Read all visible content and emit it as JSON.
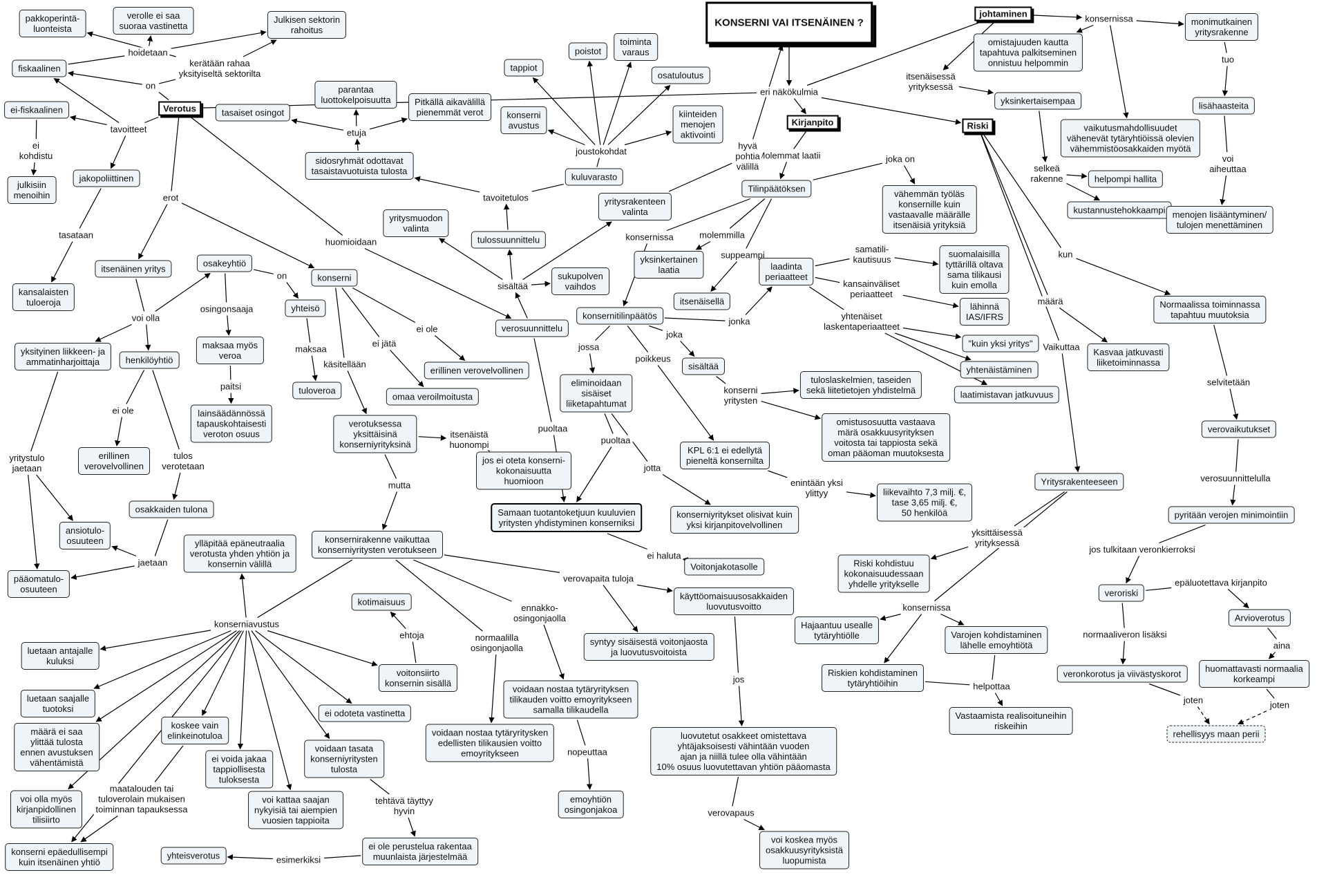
{
  "title": "KONSERNI VAI ITSENÄINEN ?",
  "colors": {
    "box_fill": "#eef4f7",
    "line": "#000000",
    "background": "#ffffff"
  },
  "nodes": {
    "n01": "KONSERNI VAI ITSENÄINEN ?",
    "n02": "johtaminen",
    "n03": "konsernissa",
    "n04": "monimutkainen\nyritysrakenne",
    "n05": "omistajuuden kautta\ntapahtuva palkitseminen\nonnistuu helpommin",
    "n06": "tuo",
    "n07": "itsenäisessä\nyrityksessä",
    "n08": "yksinkertaisempaa",
    "n09": "lisähaasteita",
    "n10": "vaikutusmahdollisuudet\nvähenevät tytäryhtiöissä olevien\nvähemmistöosakkaiden myötä",
    "n11": "voi\naiheuttaa",
    "n12": "selkeä\nrakenne",
    "n13": "helpompi hallita",
    "n14": "kustannustehokkaampi",
    "n15": "menojen lisääntyminen/\ntulojen menettäminen",
    "n16": "eri näkökulmia",
    "n17": "Kirjanpito",
    "n18": "Riski",
    "n19": "Molemmat laatii",
    "n20": "joka on",
    "n21": "Tilinpäätöksen",
    "n22": "vähemmän työläs\nkonsernille kuin\nvastaavalle määrälle\nitsenäisiä yrityksiä",
    "n23": "molemmilla",
    "n24": "konsernissa",
    "n25": "yksinkertainen\nlaatia",
    "n26": "suppeampi",
    "n27": "itsenäisellä",
    "n28": "laadinta\nperiaatteet",
    "n29": "samatili-\nkautisuus",
    "n30": "suomalaisilla\ntyttärillä oltava\nsama tilikausi\nkuin emolla",
    "n31": "kansainväliset\nperiaatteet",
    "n32": "lähinnä\nIAS/IFRS",
    "n33": "yhtenäiset\nlaskentaperiaatteet",
    "n34": "\"kuin yksi yritys\"",
    "n35": "yhtenäistäminen",
    "n36": "laatimistavan jatkuvuus",
    "n37": "kun",
    "n38": "määrä",
    "n39": "Normaalissa toiminnassa\ntapahtuu muutoksia",
    "n40": "Kasvaa jatkuvasti\nliiketoiminnassa",
    "n41": "Vaikuttaa",
    "n42": "selvitetään",
    "n43": "verovaikutukset",
    "n44": "verosuunnittelulla",
    "n45": "pyritään verojen minimointiin",
    "n46": "jos tulkitaan veronkierroksi",
    "n47": "veroriski",
    "n48": "epäluotettava kirjanpito",
    "n49": "Arvioverotus",
    "n50": "normaaliveron lisäksi",
    "n51": "aina",
    "n52": "veronkorotus ja viivästyskorot",
    "n53": "huomattavasti normaalia\nkorkeampi",
    "n54": "joten",
    "n55": "joten",
    "n56": "rehellisyys maan perii",
    "n57": "Yritysrakenteeseen",
    "n58": "yksittäisessä\nyrityksessä",
    "n59": "Riski kohdistuu\nkokonaisuudessaan\nyhdelle yritykselle",
    "n60": "konsernissa",
    "n61": "Hajaantuu usealle\ntytäryhtiölle",
    "n62": "Varojen kohdistaminen\nlähelle emoyhtiötä",
    "n63": "Riskien kohdistaminen\ntytäryhtiöihin",
    "n64": "helpottaa",
    "n65": "Vastaamista realisoituneihin\nriskeihin",
    "n66": "Verotus",
    "n67": "pakkoperintä-\nluonteista",
    "n68": "verolle ei saa\nsuoraa vastinetta",
    "n69": "Julkisen sektorin\nrahoitus",
    "n70": "hoidetaan",
    "n71": "kerätään rahaa\nyksityiseltä sektorilta",
    "n72": "fiskaalinen",
    "n73": "on",
    "n74": "ei-fiskaalinen",
    "n75": "tavoitteet",
    "n76": "ei\nkohdistu",
    "n77": "julkisiin\nmenoihin",
    "n78": "jakopoliittinen",
    "n79": "tasataan",
    "n80": "kansalaisten\ntuloeroja",
    "n81": "erot",
    "n82": "itsenäinen yritys",
    "n83": "voi olla",
    "n84": "yksityinen liikkeen- ja\nammatinharjoittaja",
    "n85": "henkilöyhtiö",
    "n86": "osakeyhtiö",
    "n87": "on",
    "n88": "yhteisö",
    "n89": "maksaa",
    "n90": "tuloveroa",
    "n91": "osingonsaaja",
    "n92": "maksaa myös\nveroa",
    "n93": "paitsi",
    "n94": "lainsäädännössä\ntapauskohtaisesti\nveroton osuus",
    "n95": "ei ole",
    "n96": "erillinen\nverovelvollinen",
    "n97": "tulos\nverotetaan",
    "n98": "osakkaiden tulona",
    "n99": "yritystulo\njaetaan",
    "n100": "ansiotulo-\nosuuteen",
    "n101": "jaetaan",
    "n102": "pääomatulo-\nosuuteen",
    "n103": "huomioidaan",
    "n104": "konserni",
    "n105": "ei ole",
    "n106": "erillinen verovelvollinen",
    "n107": "ei jätä",
    "n108": "omaa veroilmoitusta",
    "n109": "käsitellään",
    "n110": "verotuksessa\nyksittäisinä\nkonserniyrityksinä",
    "n111": "itsenäistä\nhuonompi",
    "n112": "jos ei oteta konserni-\nkokonaisuutta\nhuomioon",
    "n113": "mutta",
    "n114": "konsernirakenne vaikuttaa\nkonserniyritysten verotukseen",
    "n115": "tasaiset osingot",
    "n116": "etuja",
    "n117": "parantaa\nluottokelpoisuutta",
    "n118": "Pitkällä aikavälillä\npienemmät verot",
    "n119": "sidosryhmät odottavat\ntasaistavuotuista tulosta",
    "n120": "tappiot",
    "n121": "poistot",
    "n122": "toiminta\nvaraus",
    "n123": "osatuloutus",
    "n124": "konserni\navustus",
    "n125": "kiinteiden\nmenojen\naktivointi",
    "n126": "joustokohdat",
    "n127": "kuluvarasto",
    "n128": "hyvä\npohtia\nvälillä",
    "n129": "tavoitetulos",
    "n130": "yritysrakenteen\nvalinta",
    "n131": "yritysmuodon\nvalinta",
    "n132": "tulossuunnittelu",
    "n133": "sisältää",
    "n134": "sukupolven\nvaihdos",
    "n135": "verosuunnittelu",
    "n136": "puoltaa",
    "n137": "konsernitilinpäätös",
    "n138": "jossa",
    "n139": "joka",
    "n140": "jonka",
    "n141": "poikkeus",
    "n142": "sisältää",
    "n143": "eliminoidaan\nsisäiset\nliiketapahtumat",
    "n144": "konserni\nyritysten",
    "n145": "tuloslaskelmien, taseiden\nsekä liitetietojen yhdistelmä",
    "n146": "omistusosuutta vastaava\nmärä osakkuusyrityksen\nvoitosta tai tappiosta sekä\noman pääoman muutoksesta",
    "n147": "puoltaa",
    "n148": "jotta",
    "n149": "KPL 6:1 ei edellytä\npieneltä konsernilta",
    "n150": "enintään yksi\nylittyy",
    "n151": "liikevaihto 7,3 milj. €,\ntase 3,65 milj. €,\n50 henkilöä",
    "n152": "Samaan tuotantoketjuun kuuluvien\nyritysten yhdistyminen konserniksi",
    "n153": "konserniyritykset olisivat kuin\nyksi kirjanpitovelvollinen",
    "n154": "ei haluta",
    "n155": "Voitonjakotasolle",
    "n156": "ylläpitää epäneutraalia\nverotusta yhden yhtiön ja\nkonsernin välillä",
    "n157": "verovapaita tuloja",
    "n158": "käyttöomaisuusosakkaiden\nluovutusvoitto",
    "n159": "syntyy sisäisestä voitonjaosta\nja luovutusvoitoista",
    "n160": "jos",
    "n161": "luovutetut osakkeet omistettava\nyhtäjaksoisesti vähintään vuoden\najan ja niillä tulee olla vähintään\n10% osuus luovutettavan yhtiön pääomasta",
    "n162": "verovapaus",
    "n163": "voi koskea myös\nosakkuusyrityksistä\nluopumista",
    "n164": "ennakko-\nosingonjaolla",
    "n165": "voidaan nostaa tytäryrityksen\ntilikauden voitto emoyritykseen\nsamalla tilikaudella",
    "n166": "nopeuttaa",
    "n167": "emoyhtiön\nosingonjakoa",
    "n168": "normaalilla\nosingonjaolla",
    "n169": "voidaan nostaa tytäryritysken\nedellisten tilikausien voitto\nemoyritykseen",
    "n170": "kotimaisuus",
    "n171": "ehtoja",
    "n172": "voitonsiirto\nkonsernin sisällä",
    "n173": "konserniavustus",
    "n174": "luetaan antajalle\nkuluksi",
    "n175": "luetaan saajalle\ntuotoksi",
    "n176": "määrä ei saa\nylittää tulosta\nennen avustuksen\nvähentämistä",
    "n177": "koskee vain\nelinkeinotuloa",
    "n178": "maatalouden tai\ntuloverolain mukaisen\ntoiminnan tapauksessa",
    "n179": "voi olla myös\nkirjanpidollinen\ntilisiirto",
    "n180": "konserni epäedullisempi\nkuin itsenäinen yhtiö",
    "n181": "ei voida jakaa\ntappiollisesta\ntuloksesta",
    "n182": "voi kattaa saajan\nnykyisiä tai aiempien\nvuosien tappioita",
    "n183": "voidaan tasata\nkonserniyritysten\ntulosta",
    "n184": "ei odoteta vastinetta",
    "n185": "tehtävä täyttyy\nhyvin",
    "n186": "ei ole perustelua rakentaa\nmuunlaista järjestelmää",
    "n187": "esimerkiksi",
    "n188": "yhteisverotus"
  }
}
